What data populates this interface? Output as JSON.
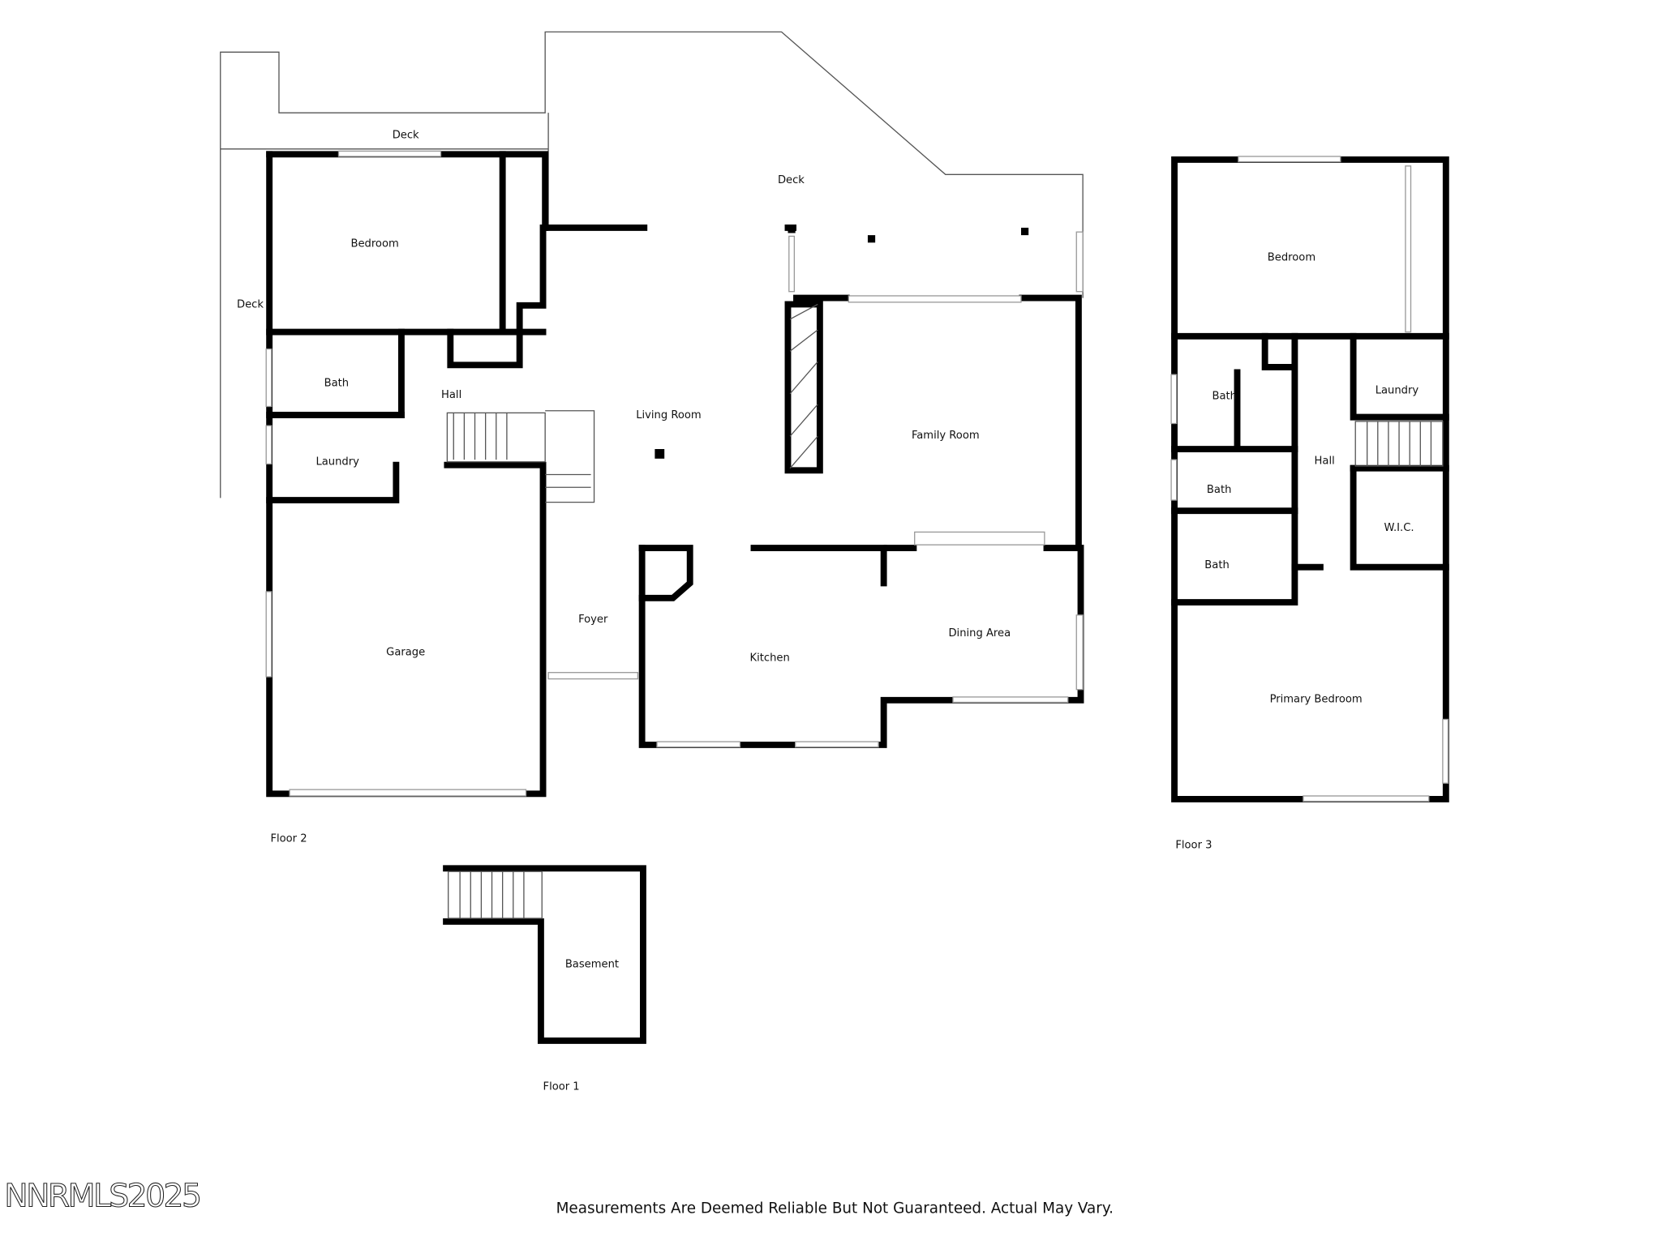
{
  "floor2": {
    "label": "Floor 2",
    "rooms": {
      "deck_top": "Deck",
      "deck_main": "Deck",
      "deck_left": "Deck",
      "bedroom": "Bedroom",
      "bath": "Bath",
      "hall": "Hall",
      "laundry": "Laundry",
      "living_room": "Living Room",
      "family_room": "Family Room",
      "garage": "Garage",
      "foyer": "Foyer",
      "kitchen": "Kitchen",
      "dining_area": "Dining Area"
    }
  },
  "floor1": {
    "label": "Floor 1",
    "rooms": {
      "basement": "Basement"
    }
  },
  "floor3": {
    "label": "Floor 3",
    "rooms": {
      "bedroom": "Bedroom",
      "bath1": "Bath",
      "laundry": "Laundry",
      "bath2": "Bath",
      "hall": "Hall",
      "wic": "W.I.C.",
      "bath3": "Bath",
      "primary_bedroom": "Primary Bedroom"
    }
  },
  "watermark": "NNRMLS2025",
  "disclaimer": "Measurements Are Deemed Reliable But Not Guaranteed. Actual May Vary."
}
